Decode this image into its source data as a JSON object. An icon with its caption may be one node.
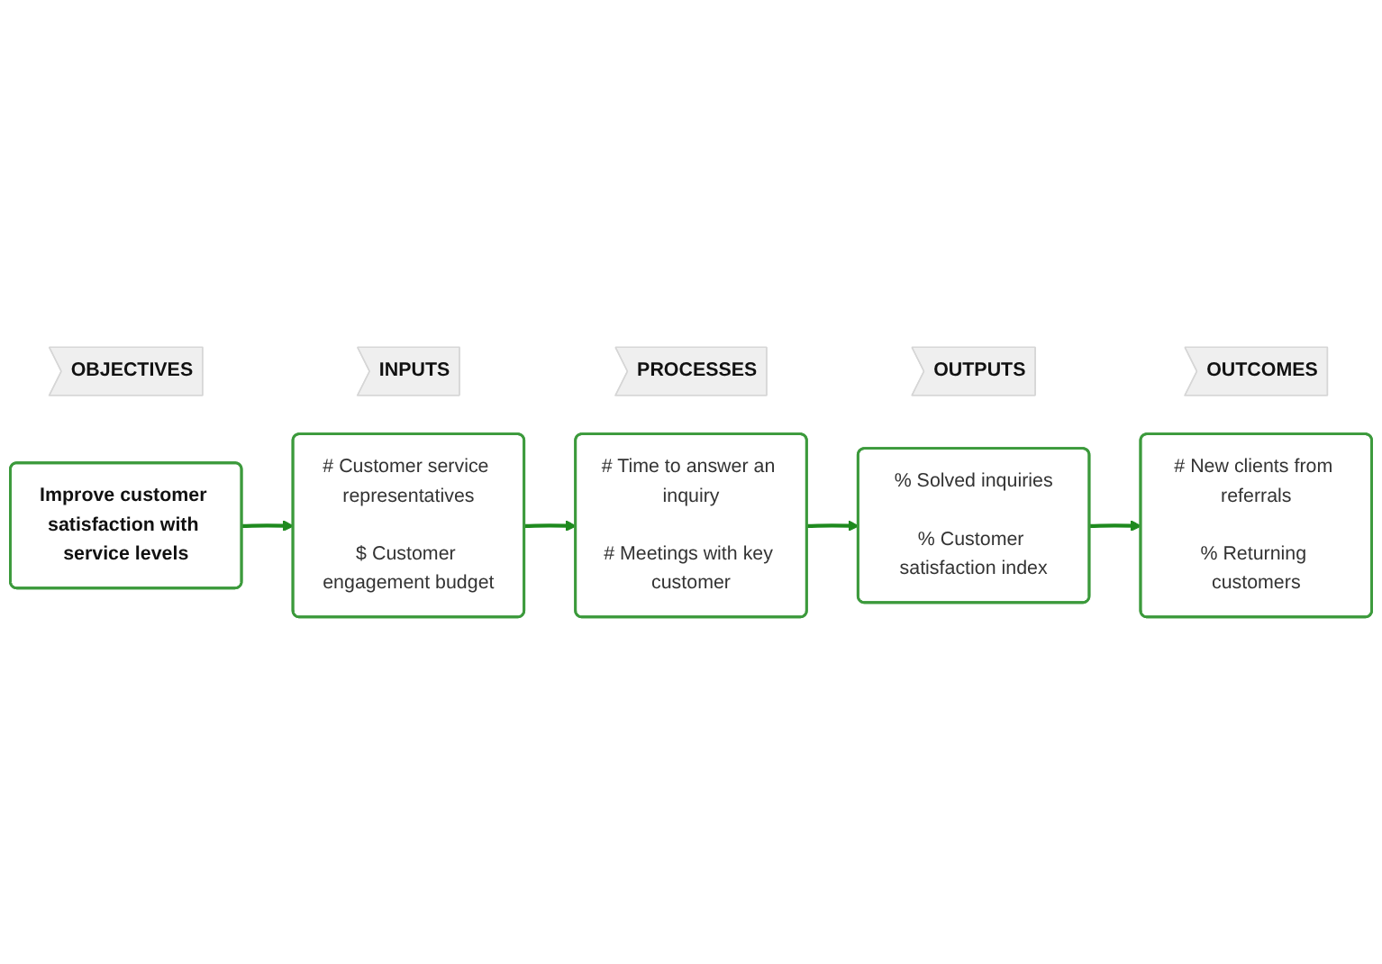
{
  "diagram": {
    "nodes": [
      {
        "text": [
          "OBJECTIVES"
        ]
      },
      {
        "text": [
          "INPUTS"
        ]
      },
      {
        "text": [
          "PROCESSES"
        ]
      },
      {
        "text": [
          "OUTPUTS"
        ]
      },
      {
        "text": [
          "OUTCOMES"
        ]
      },
      {
        "text": [
          "Improve customer satisfaction with service levels"
        ]
      },
      {
        "text": [
          "# Customer service representatives",
          "$ Customer engagement budget"
        ]
      },
      {
        "text": [
          "# Time to answer an inquiry",
          "# Meetings with key customer"
        ]
      },
      {
        "text": [
          "% Solved inquiries",
          "% Customer satisfaction index"
        ]
      },
      {
        "text": [
          "# New clients from referrals",
          "% Returning customers"
        ]
      }
    ],
    "edges": [
      {
        "from": 5,
        "to": 6,
        "arrow": "to"
      },
      {
        "from": 6,
        "to": 7,
        "arrow": "to"
      },
      {
        "from": 7,
        "to": 8,
        "arrow": "to"
      },
      {
        "from": 8,
        "to": 9,
        "arrow": "to"
      }
    ]
  }
}
